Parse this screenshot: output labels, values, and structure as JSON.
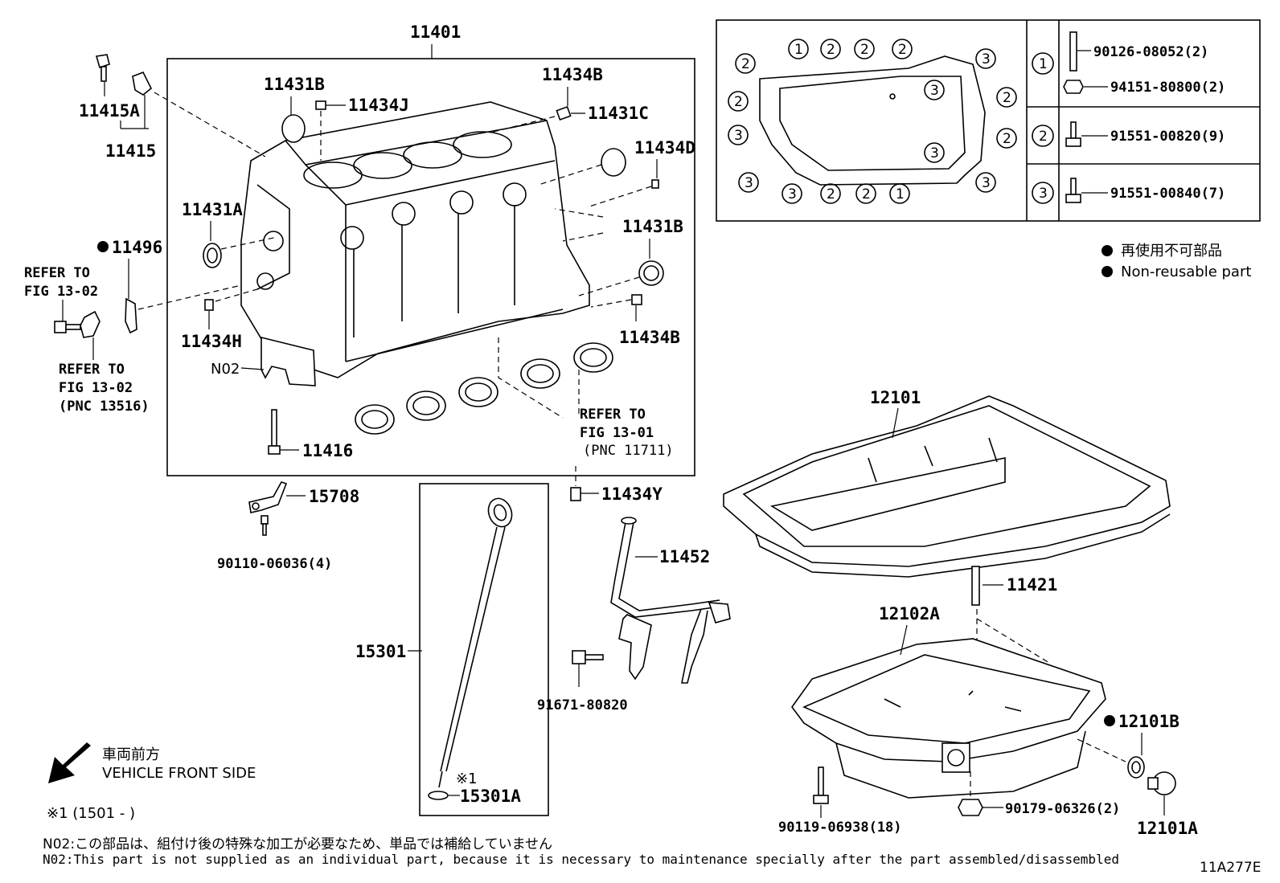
{
  "parts": {
    "p11401": "11401",
    "p11415A": "11415A",
    "p11415": "11415",
    "p11431B_top": "11431B",
    "p11434J": "11434J",
    "p11434B_top": "11434B",
    "p11431C": "11431C",
    "p11434D": "11434D",
    "p11431A": "11431A",
    "p11431B_mid": "11431B",
    "p11496": "11496",
    "p11434H": "11434H",
    "p11434B_mid": "11434B",
    "p11416": "11416",
    "p15708": "15708",
    "p90110": "90110-06036(4)",
    "p11434Y": "11434Y",
    "p11452": "11452",
    "p15301": "15301",
    "p15301A": "15301A",
    "p91671": "91671-80820",
    "p12101": "12101",
    "p11421": "11421",
    "p12102A": "12102A",
    "p12101B": "12101B",
    "p12101A": "12101A",
    "p90119": "90119-06938(18)",
    "p90179": "90179-06326(2)",
    "n02": "N02"
  },
  "refs": {
    "refer_left_1": "REFER TO",
    "refer_left_2": "FIG 13-02",
    "refer_left_b1": "REFER TO",
    "refer_left_b2": "FIG 13-02",
    "refer_left_b3": "(PNC 13516)",
    "refer_right_1": "REFER TO",
    "refer_right_2": "FIG 13-01",
    "refer_right_3": "(PNC 11711)"
  },
  "bolt_table": {
    "rows": [
      {
        "num": "1",
        "items": [
          "90126-08052(2)",
          "94151-80800(2)"
        ]
      },
      {
        "num": "2",
        "items": [
          "91551-00820(9)"
        ]
      },
      {
        "num": "3",
        "items": [
          "91551-00840(7)"
        ]
      }
    ]
  },
  "gasket_callouts": {
    "top": [
      "1",
      "2",
      "2",
      "2"
    ],
    "left": [
      "2",
      "2",
      "3",
      "3"
    ],
    "bottom": [
      "3",
      "2",
      "2",
      "1"
    ],
    "inner": [
      "3",
      "3"
    ],
    "right": [
      "3",
      "2",
      "2",
      "3"
    ]
  },
  "legend": {
    "jp": "再使用不可部品",
    "en": "Non-reusable part"
  },
  "front": {
    "jp": "車両前方",
    "en": "VEHICLE FRONT SIDE"
  },
  "marks": {
    "ref1": "※1",
    "footnote1": "※1 (1501 -       )"
  },
  "notes": {
    "n02_jp": "N02:この部品は、組付け後の特殊な加工が必要なため、単品では補給していません",
    "n02_en": "N02:This part is not supplied as an individual part, because it is necessary to maintenance specially after the part assembled/disassembled"
  },
  "figure_id": "11A277E"
}
